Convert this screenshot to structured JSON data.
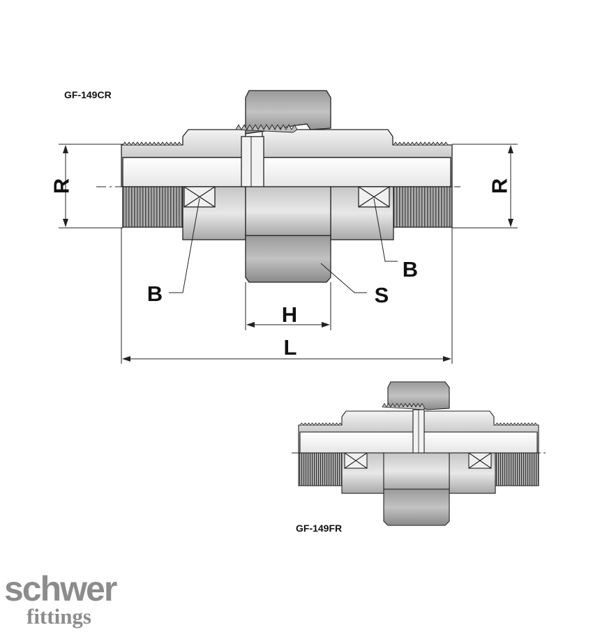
{
  "model_top": "GF-149CR",
  "model_bottom": "GF-149FR",
  "dim_labels": {
    "r_left": "R",
    "r_right": "R",
    "b_left": "B",
    "b_right": "B",
    "s": "S",
    "h": "H",
    "l": "L"
  },
  "logo": {
    "brand": "schwer",
    "sub": "fittings"
  },
  "colors": {
    "line": "#222222",
    "body_fill": "#d6d6d6",
    "nut_fill": "#a9a9a9",
    "logo_gray": "#8c8c8c"
  }
}
